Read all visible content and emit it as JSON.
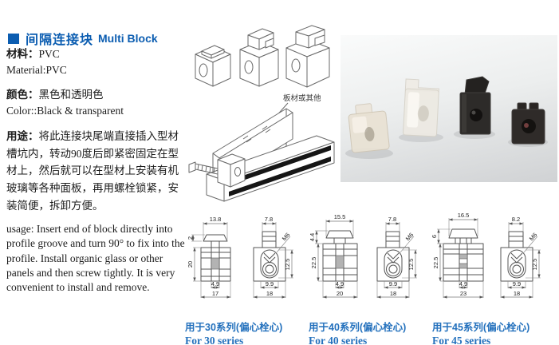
{
  "colors": {
    "accent": "#0b5db1",
    "series_label_blue": "#2471bd"
  },
  "header": {
    "title_zh": "间隔连接块",
    "title_en": "Multi Block"
  },
  "left_panel": {
    "material_label": "材料：",
    "material_value": "PVC",
    "material_en": "Material:PVC",
    "color_label": "颜色：",
    "color_value": "黑色和透明色",
    "color_en": "Color::Black & transparent",
    "usage_label": "用途：",
    "usage_zh": "将此连接块尾端直接插入型材槽坑内，转动90度后即紧密固定在型材上，然后就可以在型材上安装有机玻璃等各种面板，再用螺栓锁紧，安装简便，拆卸方便。",
    "usage_en": "usage: Insert end of block directly into profile groove and turn 90° to fix into the profile. Install organic glass or other panels and then screw tightly. It is very convenient to install and remove."
  },
  "assembly": {
    "panel_label": "板材或其他"
  },
  "drawings": [
    {
      "series_zh": "用于30系列(偏心栓心)",
      "series_en": "For 30 series",
      "front": {
        "w_top": "13.8",
        "h_cap": "2",
        "h_body": "20",
        "w_slot": "4.9",
        "w_body": "17"
      },
      "side": {
        "w_top": "7.8",
        "thread": "M6",
        "h_slot": "12.5",
        "w_slot": "9.9",
        "w_body": "18"
      }
    },
    {
      "series_zh": "用于40系列(偏心栓心)",
      "series_en": "For 40 series",
      "front": {
        "w_top": "15.5",
        "h_cap": "4.4",
        "h_body": "22.5",
        "w_slot": "4.9",
        "w_body": "20"
      },
      "side": {
        "w_top": "7.8",
        "thread": "M6",
        "h_slot": "12.5",
        "w_slot": "9.9",
        "w_body": "18"
      }
    },
    {
      "series_zh": "用于45系列(偏心栓心)",
      "series_en": "For 45 series",
      "front": {
        "w_top": "16.5",
        "h_cap": "6",
        "h_body": "22.5",
        "w_slot": "4.9",
        "w_body": "23"
      },
      "side": {
        "w_top": "8.2",
        "thread": "M6",
        "h_slot": "12.5",
        "w_slot": "9.9",
        "w_body": "18"
      }
    }
  ]
}
